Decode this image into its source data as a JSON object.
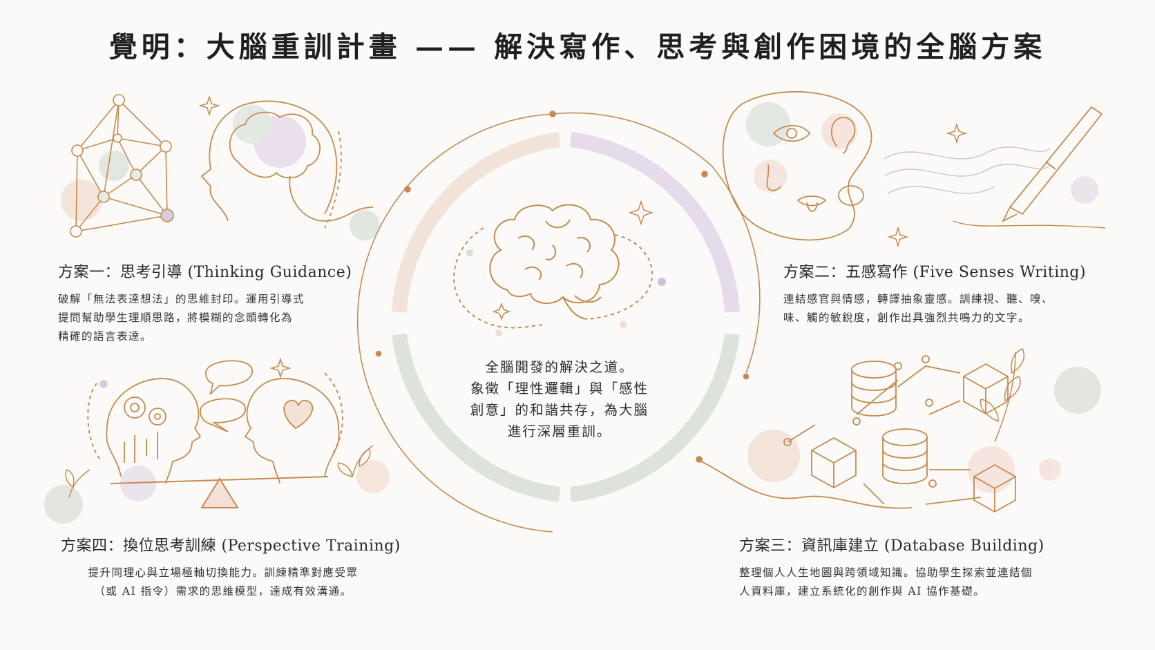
{
  "title": "覺明：大腦重訓計畫 —— 解決寫作、思考與創作困境的全腦方案",
  "center": {
    "lines": [
      "全腦開發的解決之道。",
      "象徵「理性邏輯」與「感性",
      "創意」的和諧共存，為大腦",
      "進行深層重訓。"
    ]
  },
  "plans": [
    {
      "heading": "方案一：思考引導 (Thinking Guidance)",
      "lines": [
        "破解「無法表達想法」的思維封印。運用引導式",
        "提問幫助學生理順思路，將模糊的念頭轉化為",
        "精確的語言表達。"
      ]
    },
    {
      "heading": "方案二：五感寫作 (Five Senses Writing)",
      "lines": [
        "連結感官與情感，轉譯抽象靈感。訓練視、聽、嗅、",
        "味、觸的敏銳度，創作出具強烈共鳴力的文字。"
      ]
    },
    {
      "heading": "方案三：資訊庫建立 (Database Building)",
      "lines": [
        "整理個人人生地圖與跨領域知識。協助學生探索並連結個",
        "人資料庫，建立系統化的創作與 AI 協作基礎。"
      ]
    },
    {
      "heading": "方案四：換位思考訓練 (Perspective Training)",
      "lines": [
        "提升同理心與立場極軸切換能力。訓練精準對應受眾",
        "（或 AI 指令）需求的思維模型，達成有效溝通。"
      ]
    }
  ],
  "colors": {
    "line": "#c68a4e",
    "peach": "#f1ddd2",
    "lavender": "#ddd2e3",
    "sage": "#d7ddd5",
    "text": "#2b2b2b"
  },
  "icons": [
    "brain-icon",
    "head-profile-icon",
    "network-icon",
    "eye-icon",
    "ear-icon",
    "nose-icon",
    "tongue-icon",
    "fountain-pen-icon",
    "database-icon",
    "cube-icon",
    "gear-icon",
    "heart-icon",
    "speech-bubble-icon",
    "balance-scale-icon",
    "sparkle-icon",
    "leaf-icon"
  ]
}
